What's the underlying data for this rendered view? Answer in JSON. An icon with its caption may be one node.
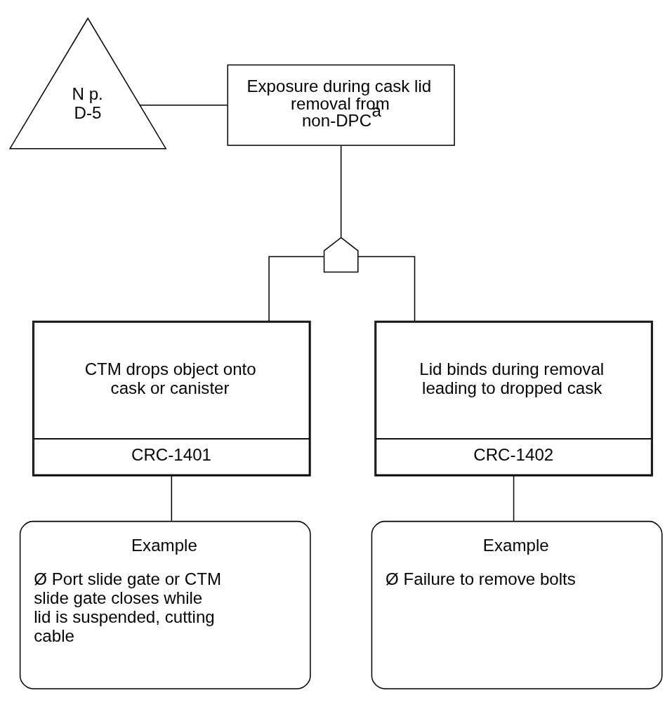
{
  "diagram": {
    "nodes": [
      {
        "text": [
          "Exposure during cask lid removal from non-DPC$^{a}$"
        ]
      },
      {
        "text": [
          "N p. D-5"
        ]
      },
      {
        "text": [],
        "shape": "gate"
      },
      {
        "text": [
          "CTM drops object onto cask or canister",
          "CRC-1401"
        ]
      },
      {
        "text": [
          "Lid binds during removal leading to dropped cask",
          "CRC-1402"
        ]
      },
      {
        "text": [
          "Example",
          "Ø Port slide gate or CTM slide gate closes while lid is suspended, cutting cable"
        ]
      },
      {
        "text": [
          "Example",
          "Ø Failure to remove bolts"
        ]
      }
    ],
    "edges": [
      {
        "from": 1,
        "to": 0,
        "arrow": "none"
      },
      {
        "from": 0,
        "to": 2,
        "arrow": "none"
      },
      {
        "from": 2,
        "to": 3,
        "arrow": "none"
      },
      {
        "from": 2,
        "to": 4,
        "arrow": "none"
      },
      {
        "from": 3,
        "to": 5,
        "arrow": "none"
      },
      {
        "from": 4,
        "to": 6,
        "arrow": "none"
      }
    ]
  }
}
